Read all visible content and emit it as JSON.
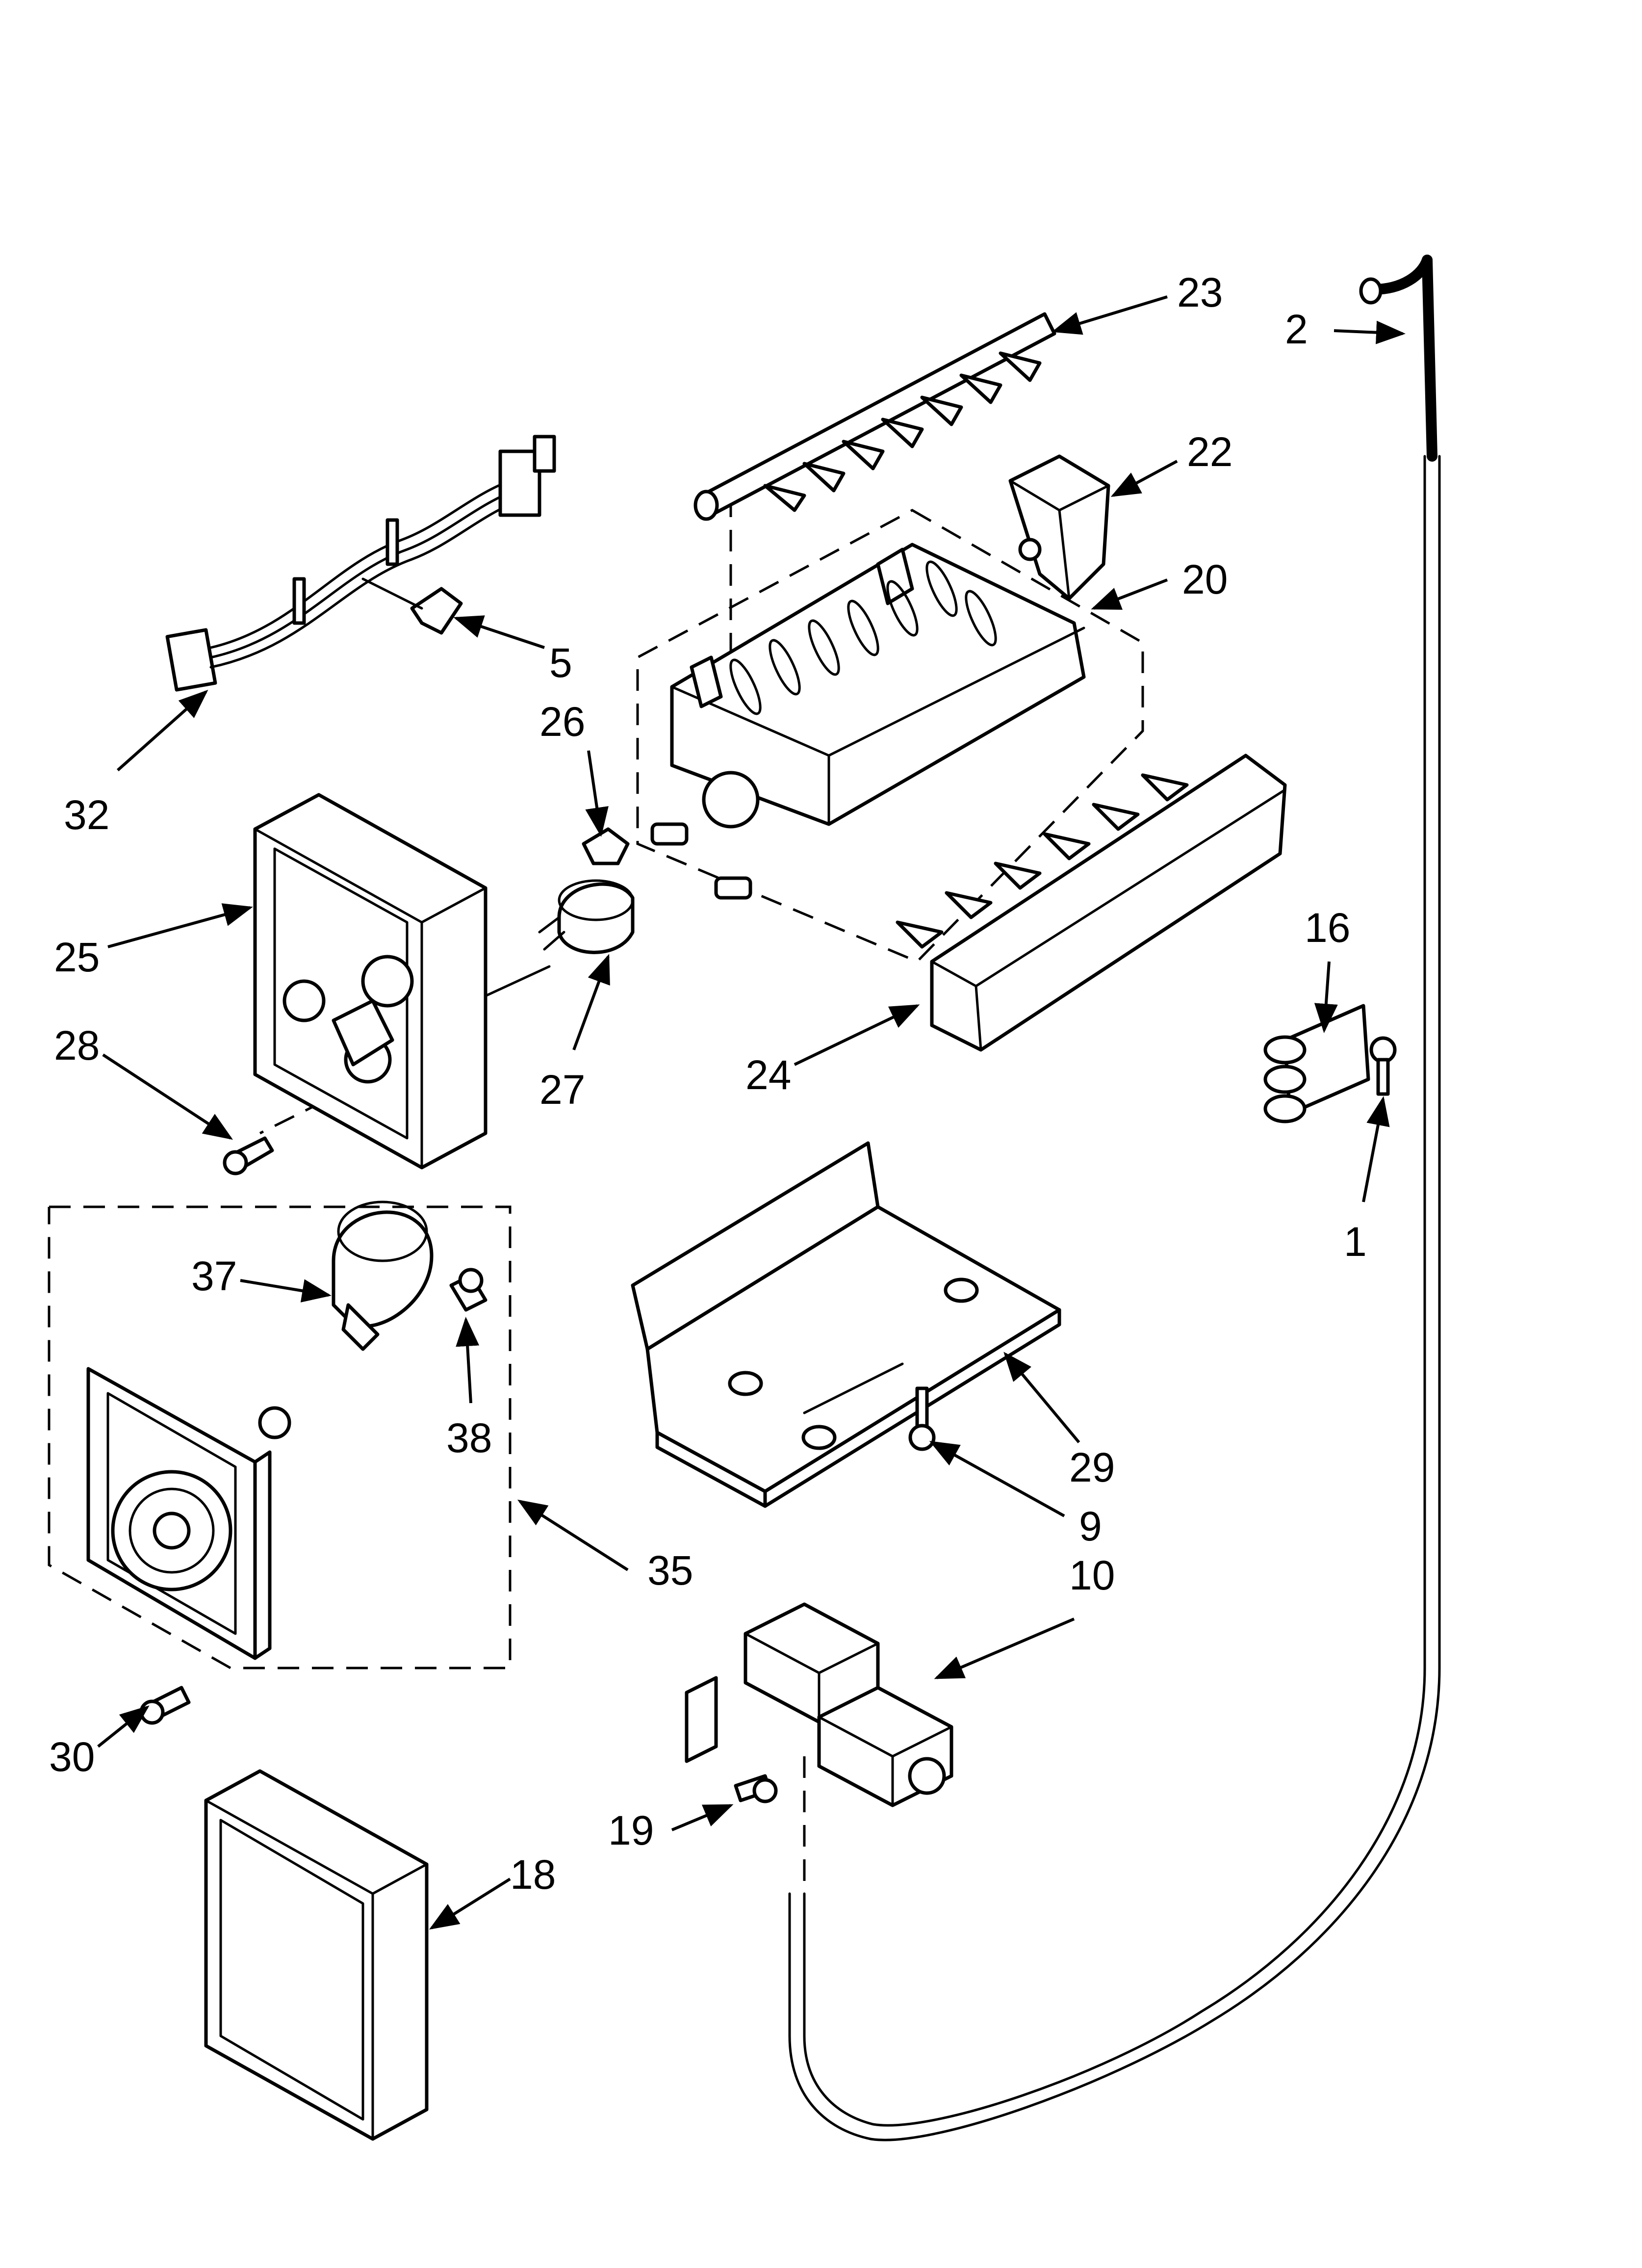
{
  "callouts": {
    "c1": "1",
    "c2": "2",
    "c5": "5",
    "c9": "9",
    "c10": "10",
    "c16": "16",
    "c18": "18",
    "c19": "19",
    "c20": "20",
    "c22": "22",
    "c23": "23",
    "c24": "24",
    "c25": "25",
    "c26": "26",
    "c27": "27",
    "c28": "28",
    "c29": "29",
    "c30": "30",
    "c32": "32",
    "c35": "35",
    "c37": "37",
    "c38": "38"
  },
  "colors": {
    "line": "#000000",
    "background": "#ffffff"
  }
}
